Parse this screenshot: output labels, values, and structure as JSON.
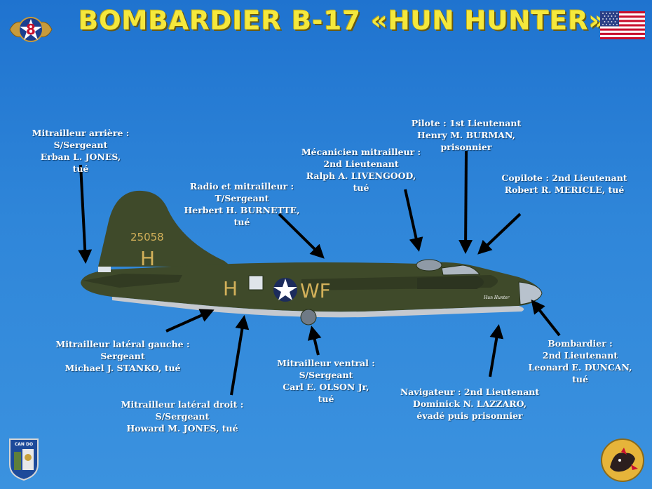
{
  "header": {
    "title": "BOMBARDIER B-17 «HUN HUNTER»"
  },
  "aircraft": {
    "serial": "25058",
    "tail_letter": "H",
    "fuselage_letter": "H",
    "squadron_code": "WF",
    "nose_name": "Hun Hunter",
    "olive_color": "#3f4a2a",
    "marking_color": "#d3b15a"
  },
  "insignia": {
    "top_left": "8th-air-force-badge-icon",
    "top_right": "us-flag-icon",
    "bottom_left": "squadron-badge-icon",
    "bottom_right": "squadron-emblem-icon",
    "badge_text": "CAN DO"
  },
  "crew": [
    {
      "id": "tail",
      "lines": [
        "Mitrailleur arrière :",
        "S/Sergeant",
        "Erban L. JONES,",
        "tué"
      ]
    },
    {
      "id": "radio",
      "lines": [
        "Radio et mitrailleur :",
        "T/Sergeant",
        "Herbert H. BURNETTE,",
        "tué"
      ]
    },
    {
      "id": "engineer",
      "lines": [
        "Mécanicien mitrailleur :",
        "2nd Lieutenant",
        "Ralph A. LIVENGOOD,",
        "tué"
      ]
    },
    {
      "id": "pilot",
      "lines": [
        "Pilote : 1st Lieutenant",
        "Henry M. BURMAN,",
        "prisonnier"
      ]
    },
    {
      "id": "copilot",
      "lines": [
        "Copilote : 2nd Lieutenant",
        "Robert R. MERICLE, tué"
      ]
    },
    {
      "id": "left-waist",
      "lines": [
        "Mitrailleur latéral gauche :",
        "Sergeant",
        "Michael J. STANKO, tué"
      ]
    },
    {
      "id": "right-waist",
      "lines": [
        "Mitrailleur latéral droit :",
        "S/Sergeant",
        "Howard M. JONES, tué"
      ]
    },
    {
      "id": "ventral",
      "lines": [
        "Mitrailleur ventral :",
        "S/Sergeant",
        "Carl E. OLSON Jr,",
        "tué"
      ]
    },
    {
      "id": "navigator",
      "lines": [
        "Navigateur :  2nd Lieutenant",
        "Dominick N. LAZZARO,",
        "évadé puis prisonnier"
      ]
    },
    {
      "id": "bombardier",
      "lines": [
        "Bombardier :",
        "2nd Lieutenant",
        "Leonard E. DUNCAN,",
        "tué"
      ]
    }
  ]
}
